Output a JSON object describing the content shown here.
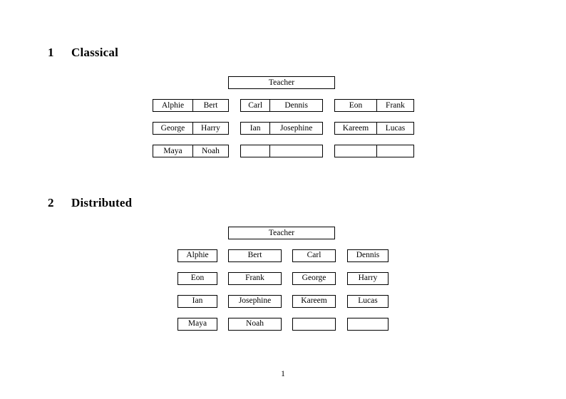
{
  "document": {
    "folio": "1",
    "sections": [
      {
        "number": "1",
        "title": "Classical",
        "teacher_label": "Teacher",
        "layout": "three-groups-of-two-columns",
        "groups": [
          {
            "rows": [
              [
                "Alphie",
                "Bert"
              ],
              [
                "George",
                "Harry"
              ],
              [
                "Maya",
                "Noah"
              ]
            ]
          },
          {
            "rows": [
              [
                "Carl",
                "Dennis"
              ],
              [
                "Ian",
                "Josephine"
              ],
              [
                "",
                ""
              ]
            ]
          },
          {
            "rows": [
              [
                "Eon",
                "Frank"
              ],
              [
                "Kareem",
                "Lucas"
              ],
              [
                "",
                ""
              ]
            ]
          }
        ]
      },
      {
        "number": "2",
        "title": "Distributed",
        "teacher_label": "Teacher",
        "layout": "four-separate-columns",
        "rows": [
          [
            "Alphie",
            "Bert",
            "Carl",
            "Dennis"
          ],
          [
            "Eon",
            "Frank",
            "George",
            "Harry"
          ],
          [
            "Ian",
            "Josephine",
            "Kareem",
            "Lucas"
          ],
          [
            "Maya",
            "Noah",
            "",
            ""
          ]
        ]
      }
    ]
  }
}
